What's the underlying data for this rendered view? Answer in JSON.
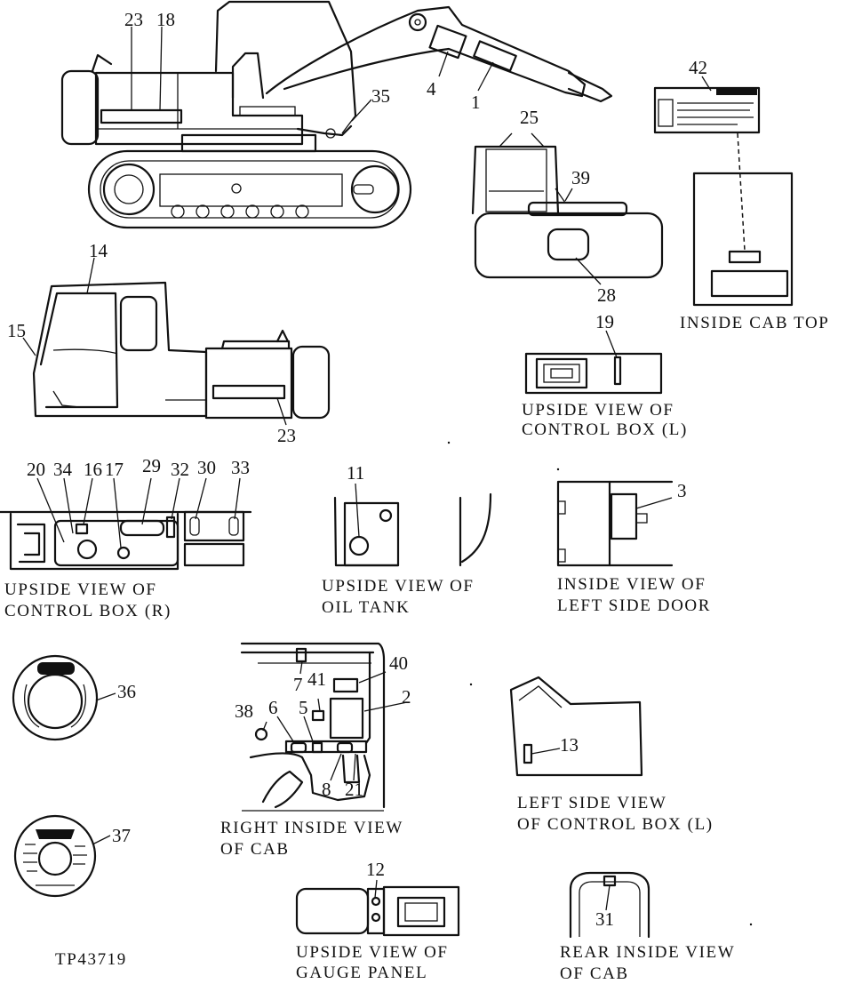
{
  "callouts": {
    "n1": "1",
    "n2": "2",
    "n3": "3",
    "n4": "4",
    "n5": "5",
    "n6": "6",
    "n7": "7",
    "n8": "8",
    "n11": "11",
    "n12": "12",
    "n13": "13",
    "n14": "14",
    "n15": "15",
    "n16": "16",
    "n17": "17",
    "n18": "18",
    "n19": "19",
    "n20": "20",
    "n21": "21",
    "n23a": "23",
    "n23b": "23",
    "n25": "25",
    "n28": "28",
    "n29": "29",
    "n30": "30",
    "n31": "31",
    "n32": "32",
    "n33": "33",
    "n34": "34",
    "n35": "35",
    "n36": "36",
    "n37": "37",
    "n38": "38",
    "n39": "39",
    "n40": "40",
    "n41": "41",
    "n42": "42"
  },
  "captions": {
    "inside_cab_top": "INSIDE CAB TOP",
    "control_box_l_1": "UPSIDE VIEW OF",
    "control_box_l_2": "CONTROL BOX (L)",
    "control_box_r_1": "UPSIDE VIEW OF",
    "control_box_r_2": "CONTROL BOX (R)",
    "oil_tank_1": "UPSIDE VIEW OF",
    "oil_tank_2": "OIL TANK",
    "left_side_door_1": "INSIDE VIEW OF",
    "left_side_door_2": "LEFT SIDE DOOR",
    "right_inside_cab_1": "RIGHT INSIDE VIEW",
    "right_inside_cab_2": "OF CAB",
    "left_side_control_box_1": "LEFT SIDE VIEW",
    "left_side_control_box_2": "OF CONTROL BOX (L)",
    "gauge_panel_1": "UPSIDE VIEW OF",
    "gauge_panel_2": "GAUGE PANEL",
    "rear_inside_cab_1": "REAR INSIDE VIEW",
    "rear_inside_cab_2": "OF CAB"
  },
  "figure_id": "TP43719"
}
